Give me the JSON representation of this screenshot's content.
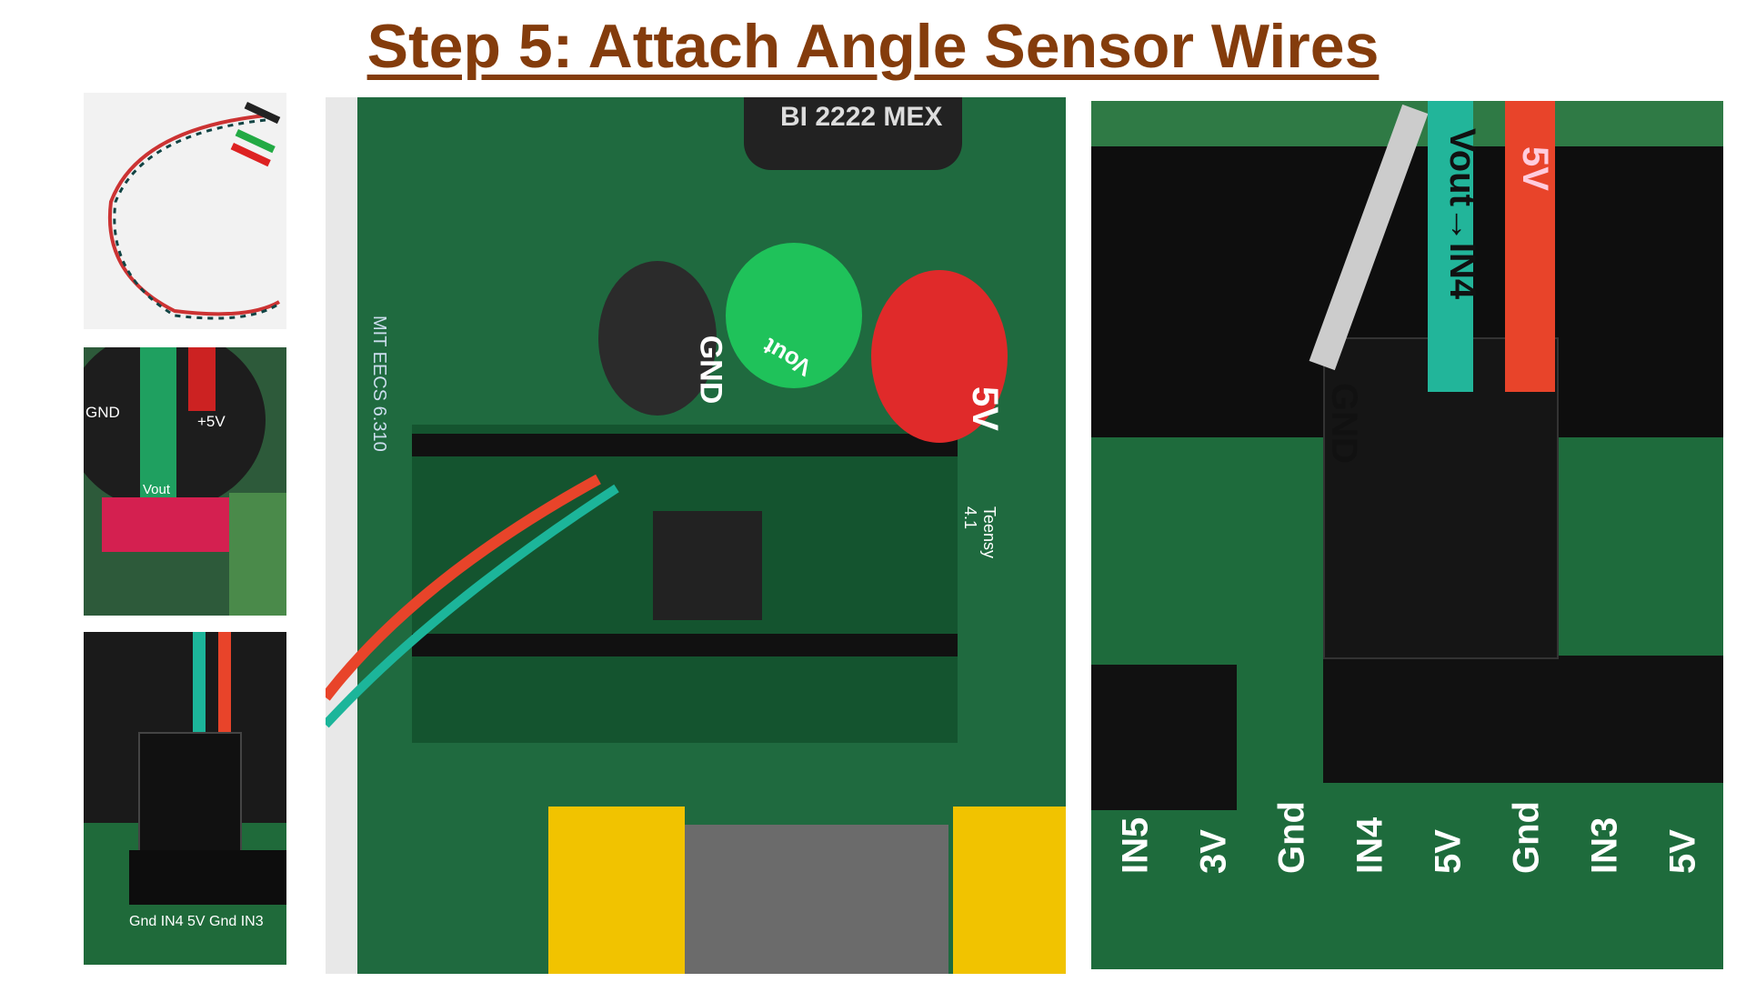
{
  "title": "Step 5: Attach Angle Sensor Wires",
  "thumb2": {
    "gnd": "GND",
    "plus5v": "+5V",
    "vout": "Vout"
  },
  "thumb3": {
    "pins": "Gnd IN4 5V Gnd IN3"
  },
  "center": {
    "board": "MIT EECS 6.310",
    "sensor": "BI 2222 MEX",
    "gnd": "GND",
    "vout": "Vout",
    "v5": "5V",
    "teensy": "Teensy 4.1"
  },
  "right": {
    "gnd": "GND",
    "vout_in4": "Vout→IN4",
    "v5": "5V",
    "pins": [
      "IN5",
      "3V",
      "Gnd",
      "IN4",
      "5V",
      "Gnd",
      "IN3",
      "5V"
    ]
  }
}
